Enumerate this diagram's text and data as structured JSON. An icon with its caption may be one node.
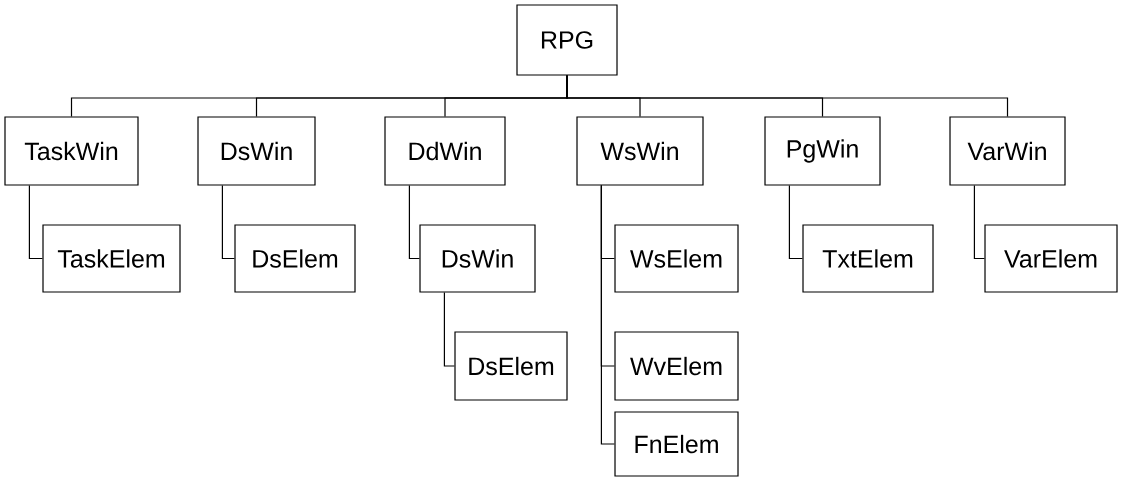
{
  "diagram": {
    "nodes": [
      {
        "text": [
          "RPG"
        ]
      },
      {
        "text": [
          "TaskWin"
        ]
      },
      {
        "text": [
          "DsWin"
        ]
      },
      {
        "text": [
          "DdWin"
        ]
      },
      {
        "text": [
          "WsWin"
        ]
      },
      {
        "text": [
          "PgWin"
        ]
      },
      {
        "text": [
          "VarWin"
        ]
      },
      {
        "text": [
          "TaskElem"
        ]
      },
      {
        "text": [
          "DsElem"
        ]
      },
      {
        "text": [
          "DsWin"
        ]
      },
      {
        "text": [
          "WsElem"
        ]
      },
      {
        "text": [
          "TxtElem"
        ]
      },
      {
        "text": [
          "VarElem"
        ]
      },
      {
        "text": [
          "DsElem"
        ]
      },
      {
        "text": [
          "WvElem"
        ]
      },
      {
        "text": [
          "FnElem"
        ]
      }
    ],
    "edges": [
      {
        "from": 0,
        "to": 1,
        "arrow": "none"
      },
      {
        "from": 0,
        "to": 2,
        "arrow": "none"
      },
      {
        "from": 0,
        "to": 3,
        "arrow": "none"
      },
      {
        "from": 0,
        "to": 4,
        "arrow": "none"
      },
      {
        "from": 0,
        "to": 5,
        "arrow": "none"
      },
      {
        "from": 0,
        "to": 6,
        "arrow": "none"
      },
      {
        "from": 1,
        "to": 7,
        "arrow": "none"
      },
      {
        "from": 2,
        "to": 8,
        "arrow": "none"
      },
      {
        "from": 3,
        "to": 9,
        "arrow": "none"
      },
      {
        "from": 9,
        "to": 13,
        "arrow": "none"
      },
      {
        "from": 4,
        "to": 10,
        "arrow": "none"
      },
      {
        "from": 4,
        "to": 14,
        "arrow": "none"
      },
      {
        "from": 4,
        "to": 15,
        "arrow": "none"
      },
      {
        "from": 5,
        "to": 11,
        "arrow": "none"
      },
      {
        "from": 6,
        "to": 12,
        "arrow": "none"
      }
    ]
  }
}
